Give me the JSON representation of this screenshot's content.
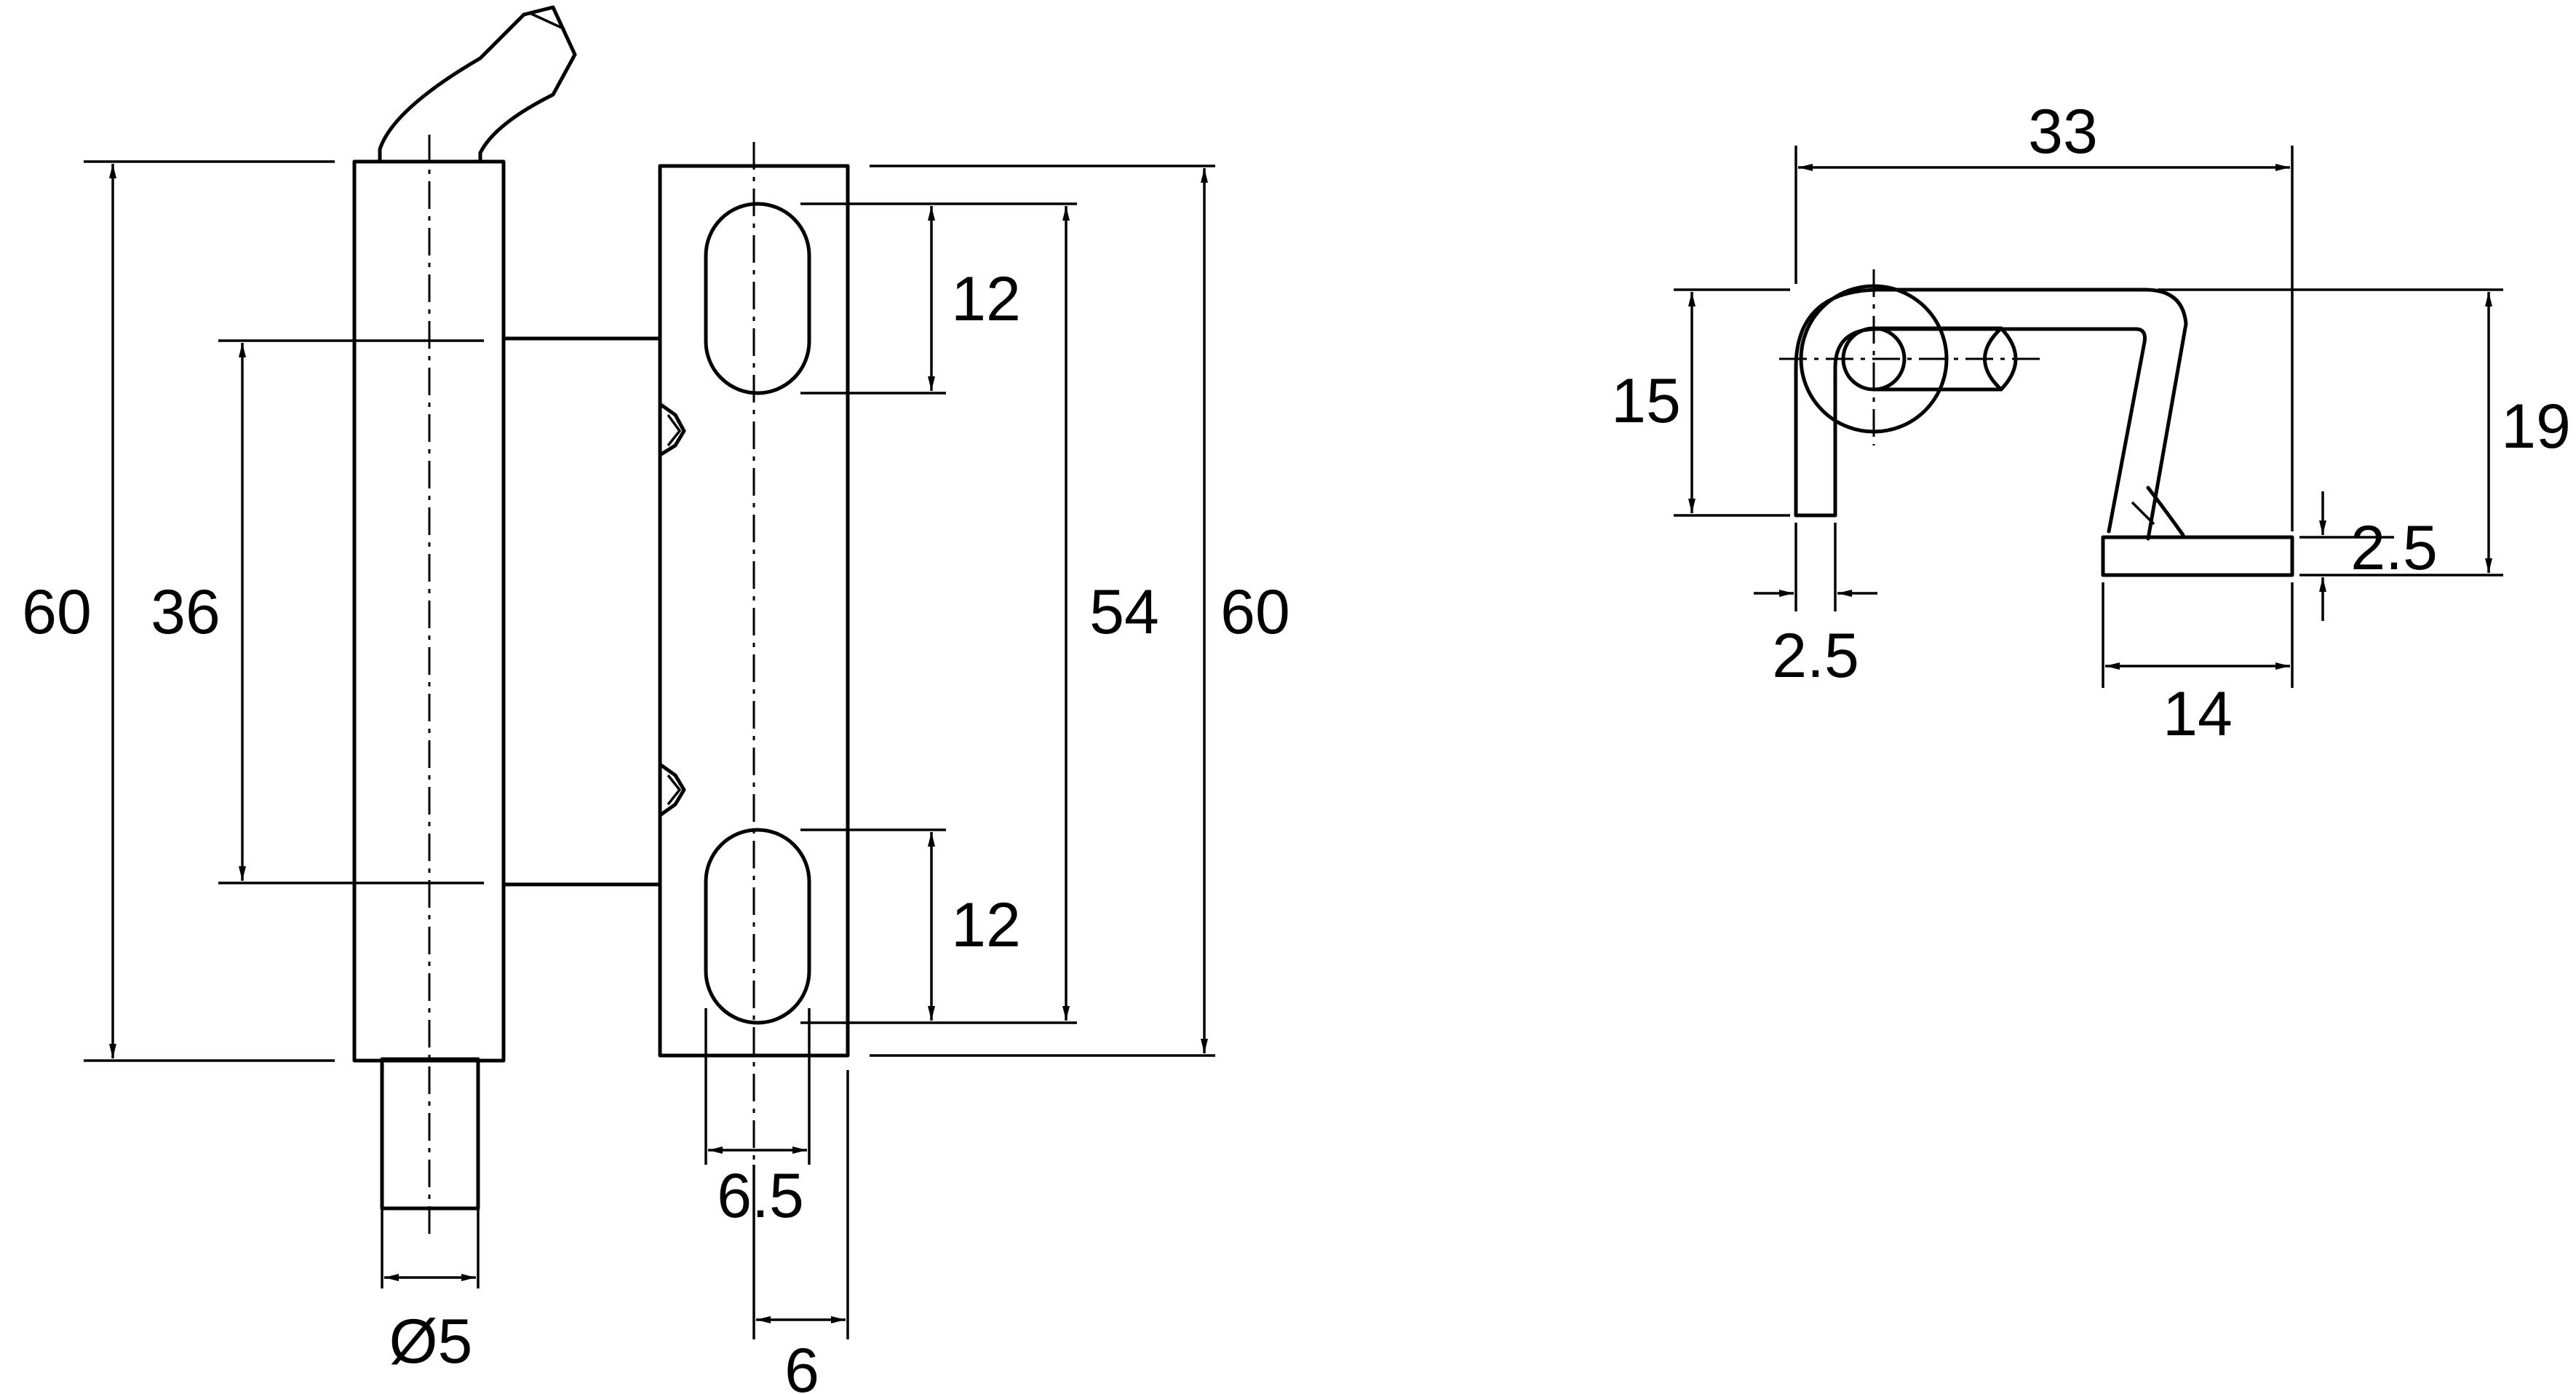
{
  "colors": {
    "line": "#000000",
    "background": "#ffffff"
  },
  "front_view": {
    "dims": {
      "pin_length": "60",
      "pin_hole_spacing": "36",
      "slot_height_top": "12",
      "slot_height_bottom": "12",
      "slot_spacing": "54",
      "plate_length": "60",
      "slot_width": "6.5",
      "plate_edge_offset": "6",
      "pin_diameter": "Ø5"
    }
  },
  "side_view": {
    "dims": {
      "overall_width": "33",
      "knuckle_height": "15",
      "overall_height": "19",
      "plate_thickness": "2.5",
      "leaf_thickness": "2.5",
      "foot_length": "14"
    }
  }
}
